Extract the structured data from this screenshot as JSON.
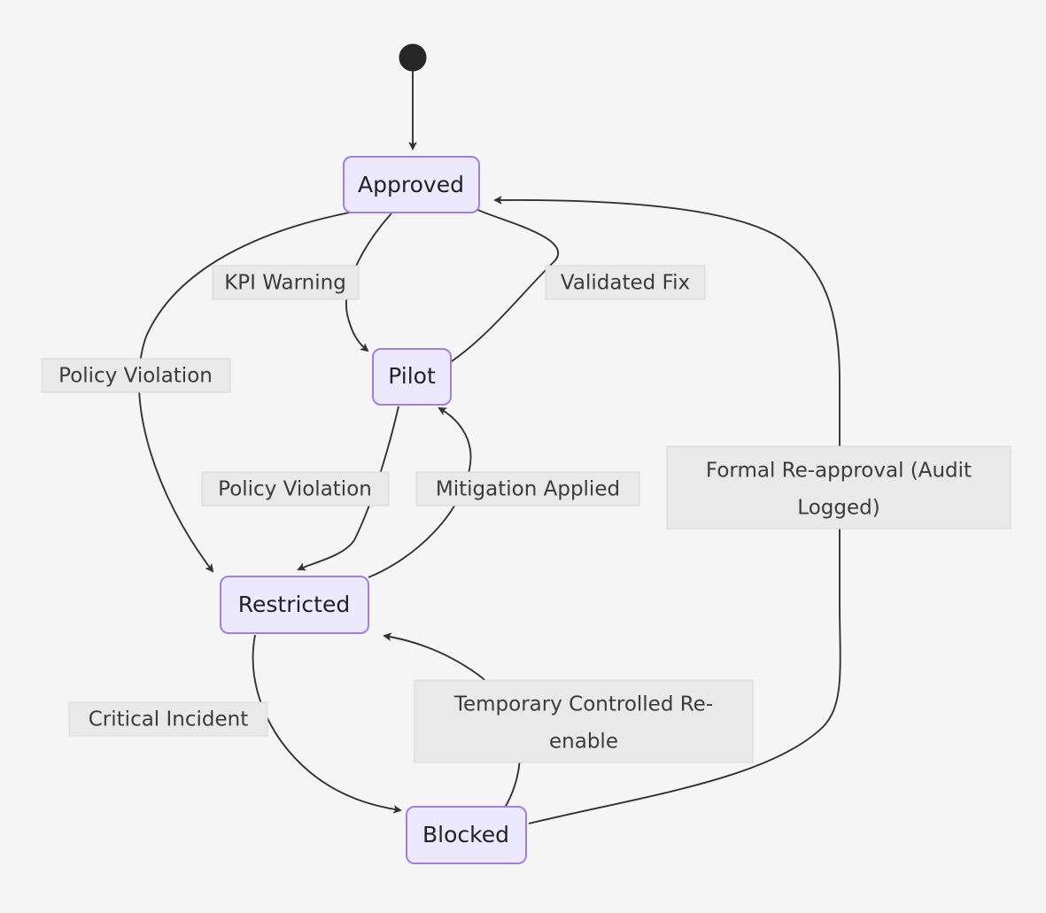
{
  "diagram": {
    "type": "state-diagram",
    "title": "",
    "background_color": "#f5f5f5",
    "node_fill_color": "#ECE8FD",
    "node_border_color": "#9D81E0",
    "edge_color": "#333333",
    "label_background_color": "#E9E9E9",
    "label_text_color": "#3b3b3b",
    "start_node_color": "#262626",
    "states": [
      {
        "id": "start",
        "label": "",
        "kind": "start-point"
      },
      {
        "id": "approved",
        "label": "Approved",
        "kind": "state"
      },
      {
        "id": "pilot",
        "label": "Pilot",
        "kind": "state"
      },
      {
        "id": "restricted",
        "label": "Restricted",
        "kind": "state"
      },
      {
        "id": "blocked",
        "label": "Blocked",
        "kind": "state"
      }
    ],
    "transitions": [
      {
        "id": "t0",
        "from": "start",
        "to": "approved",
        "label": ""
      },
      {
        "id": "t1",
        "from": "approved",
        "to": "pilot",
        "label": "KPI Warning"
      },
      {
        "id": "t2",
        "from": "approved",
        "to": "restricted",
        "label": "Policy Violation"
      },
      {
        "id": "t3",
        "from": "pilot",
        "to": "approved",
        "label": "Validated Fix"
      },
      {
        "id": "t4",
        "from": "pilot",
        "to": "restricted",
        "label": "Policy Violation"
      },
      {
        "id": "t5",
        "from": "restricted",
        "to": "pilot",
        "label": "Mitigation Applied"
      },
      {
        "id": "t6",
        "from": "restricted",
        "to": "blocked",
        "label": "Critical Incident"
      },
      {
        "id": "t7",
        "from": "blocked",
        "to": "restricted",
        "label": "Temporary Controlled Re-enable",
        "label_lines": [
          "Temporary Controlled Re-",
          "enable"
        ]
      },
      {
        "id": "t8",
        "from": "blocked",
        "to": "approved",
        "label": "Formal Re-approval (Audit Logged)",
        "label_lines": [
          "Formal Re-approval (Audit",
          "Logged)"
        ]
      }
    ]
  }
}
